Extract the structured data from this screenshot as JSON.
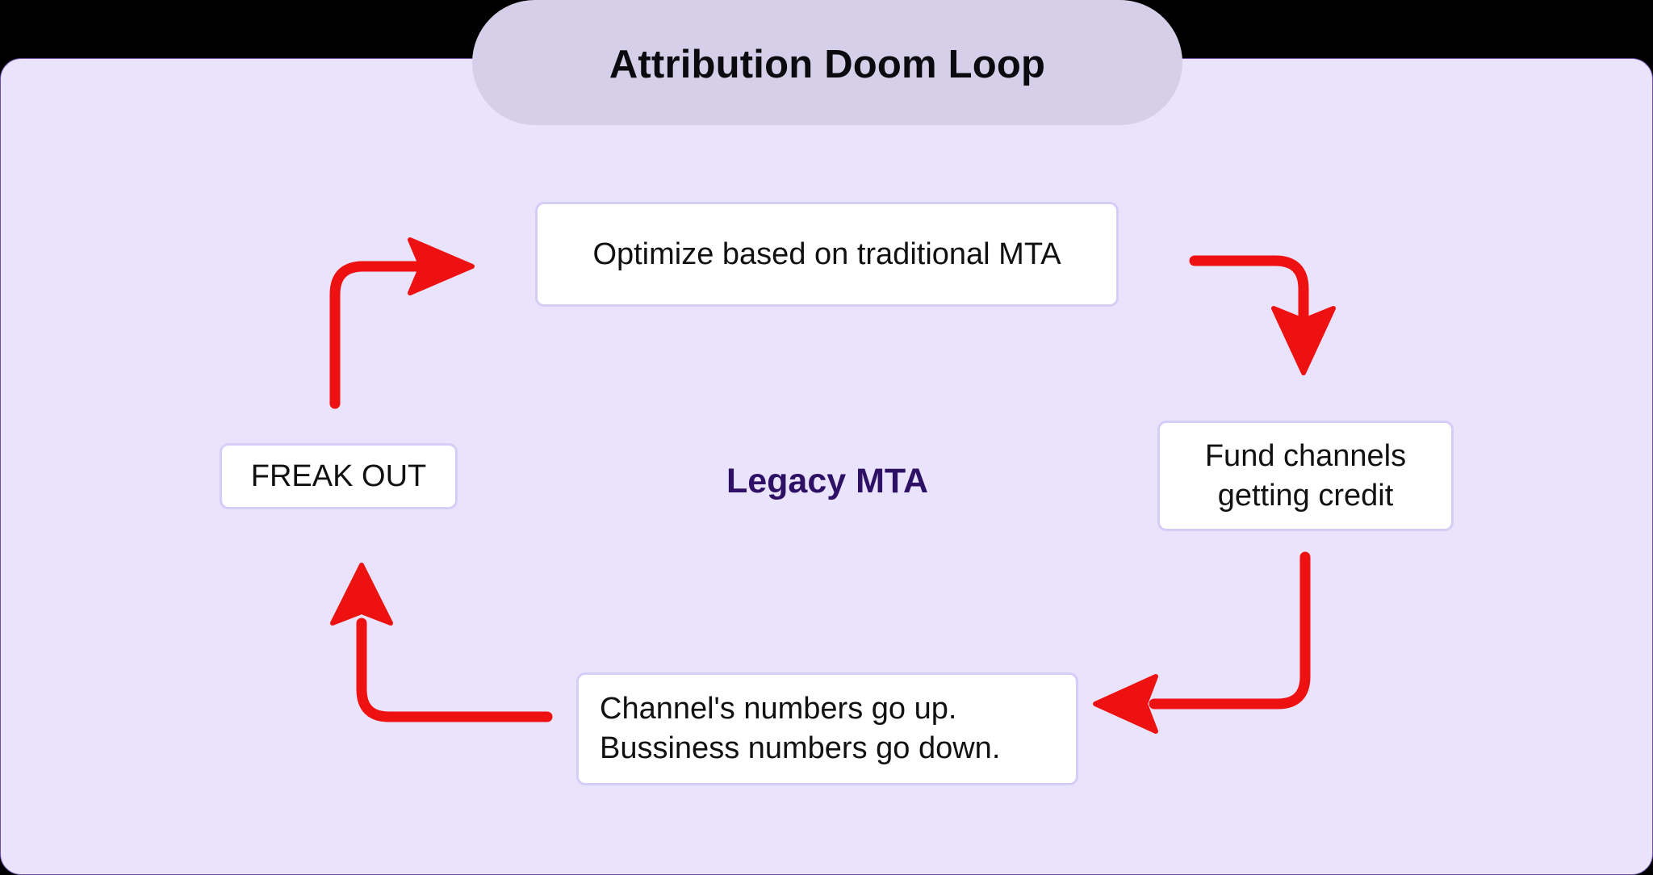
{
  "canvas": {
    "background_color": "#e9e4fb",
    "border_color": "#6b4fa8",
    "outside_color": "#000000"
  },
  "title": {
    "text": "Attribution Doom Loop",
    "pill_color": "#d5cfe9",
    "text_color": "#0b0b0f"
  },
  "center_label": {
    "text": "Legacy MTA",
    "color": "#2e1065"
  },
  "diagram_data": {
    "type": "cycle-diagram",
    "title": "Attribution Doom Loop",
    "center_label": "Legacy MTA",
    "direction": "clockwise",
    "node_fill": "#ffffff",
    "node_border": "#d6cdf6",
    "arrow_color": "#ee1111",
    "nodes": [
      {
        "id": "optimize",
        "label": "Optimize based on traditional MTA",
        "position": "top",
        "align": "center"
      },
      {
        "id": "fund",
        "label": "Fund channels\ngetting credit",
        "position": "right",
        "align": "center"
      },
      {
        "id": "numbers",
        "label": "Channel's numbers go up.\nBussiness numbers go down.",
        "position": "bottom",
        "align": "left"
      },
      {
        "id": "freakout",
        "label": "FREAK OUT",
        "position": "left",
        "align": "center"
      }
    ],
    "edges": [
      {
        "id": "optimize-to-fund",
        "from": "optimize",
        "to": "fund",
        "shape": "right-then-down",
        "head": "down"
      },
      {
        "id": "fund-to-numbers",
        "from": "fund",
        "to": "numbers",
        "shape": "down-then-left",
        "head": "left"
      },
      {
        "id": "numbers-to-freakout",
        "from": "numbers",
        "to": "freakout",
        "shape": "left-then-up",
        "head": "up"
      },
      {
        "id": "freakout-to-optimize",
        "from": "freakout",
        "to": "optimize",
        "shape": "up-then-right",
        "head": "right"
      }
    ]
  },
  "nodes": {
    "optimize": {
      "label": "Optimize based on traditional MTA"
    },
    "fund": {
      "label": "Fund channels\ngetting credit"
    },
    "numbers": {
      "label": "Channel's numbers go up.\nBussiness numbers go down."
    },
    "freakout": {
      "label": "FREAK OUT"
    }
  },
  "colors": {
    "arrow_red": "#ee1111",
    "node_border": "#d6cdf6",
    "accent_purple": "#2e1065"
  }
}
